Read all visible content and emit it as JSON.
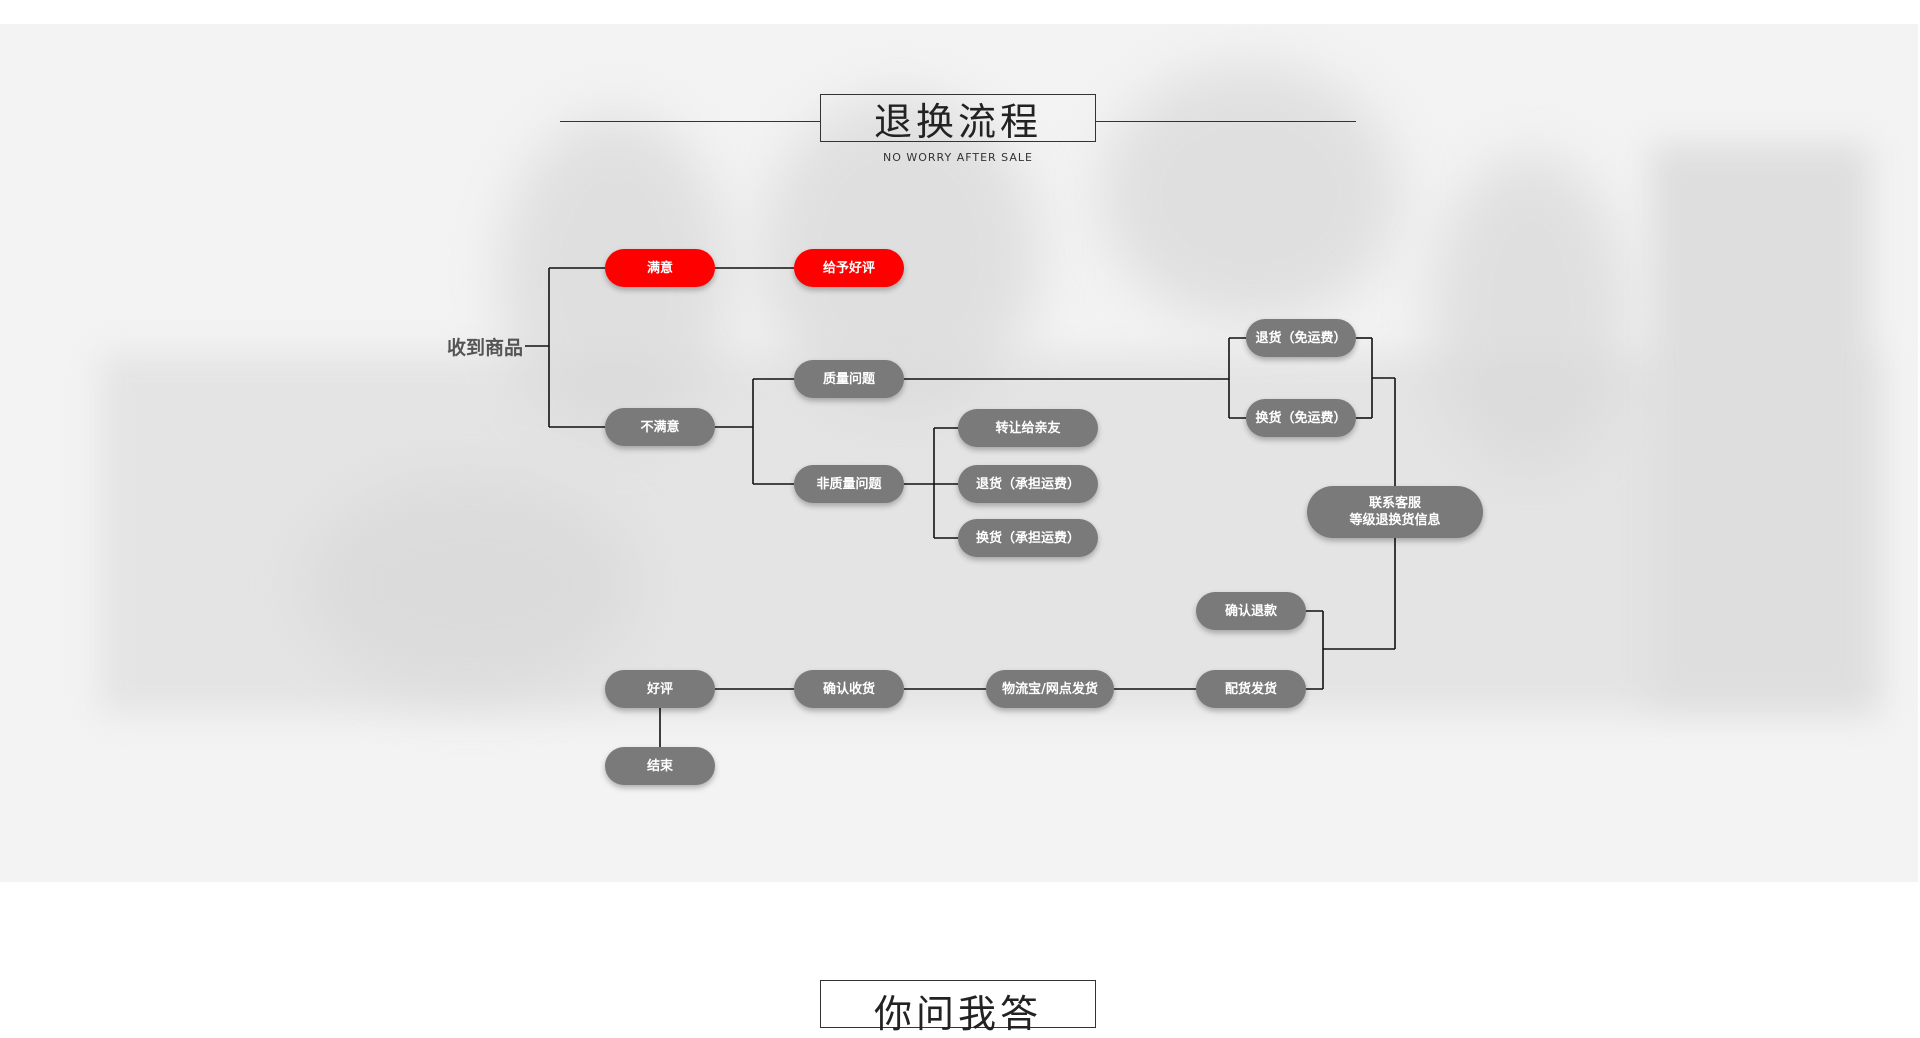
{
  "section": {
    "title": "退换流程",
    "subtitle": "NO WORRY AFTER SALE"
  },
  "flow": {
    "start": "收到商品",
    "satisfied": "满意",
    "give_review": "给予好评",
    "unsatisfied": "不满意",
    "quality_issue": "质量问题",
    "non_quality_issue": "非质量问题",
    "transfer": "转让给亲友",
    "return_paid": "退货（承担运费）",
    "exchange_paid": "换货（承担运费）",
    "return_free": "退货（免运费）",
    "exchange_free": "换货（免运费）",
    "contact_line1": "联系客服",
    "contact_line2": "等级退换货信息",
    "confirm_refund": "确认退款",
    "ship": "配货发货",
    "logistics": "物流宝/网点发货",
    "confirm_receipt": "确认收货",
    "good_review": "好评",
    "end": "结束"
  },
  "next_section": {
    "title": "你问我答"
  },
  "colors": {
    "node_gray": "#7a7a7a",
    "node_red": "#ff0000",
    "panel_bg": "#f3f3f3"
  }
}
